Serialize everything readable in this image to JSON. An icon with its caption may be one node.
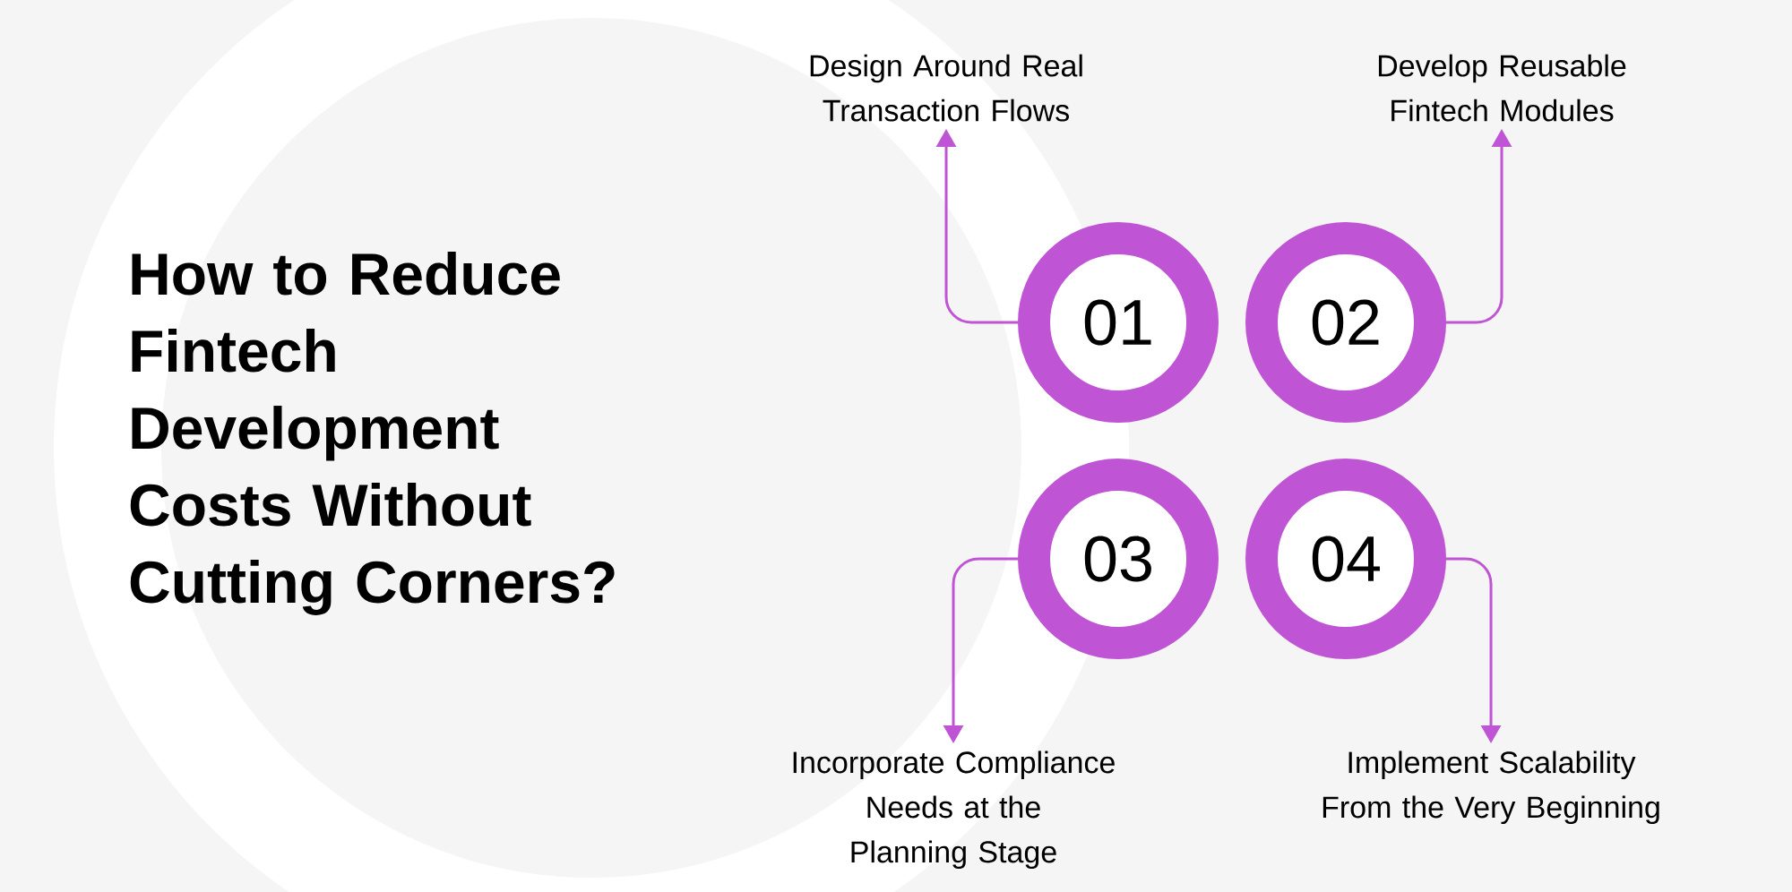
{
  "diagram": {
    "title": "How to Reduce Fintech Development Costs Without Cutting Corners?",
    "nodes": [
      {
        "text": [
          "01"
        ]
      },
      {
        "text": [
          "02"
        ]
      },
      {
        "text": [
          "03"
        ]
      },
      {
        "text": [
          "04"
        ]
      },
      {
        "text": [
          "Design Around Real Transaction Flows"
        ]
      },
      {
        "text": [
          "Develop Reusable Fintech Modules"
        ]
      },
      {
        "text": [
          "Incorporate Compliance Needs at the Planning Stage"
        ]
      },
      {
        "text": [
          "Implement Scalability From the Very Beginning"
        ]
      }
    ],
    "edges": [
      {
        "from": 0,
        "to": 4,
        "arrow": "to"
      },
      {
        "from": 1,
        "to": 5,
        "arrow": "to"
      },
      {
        "from": 2,
        "to": 6,
        "arrow": "to"
      },
      {
        "from": 3,
        "to": 7,
        "arrow": "to"
      }
    ]
  }
}
